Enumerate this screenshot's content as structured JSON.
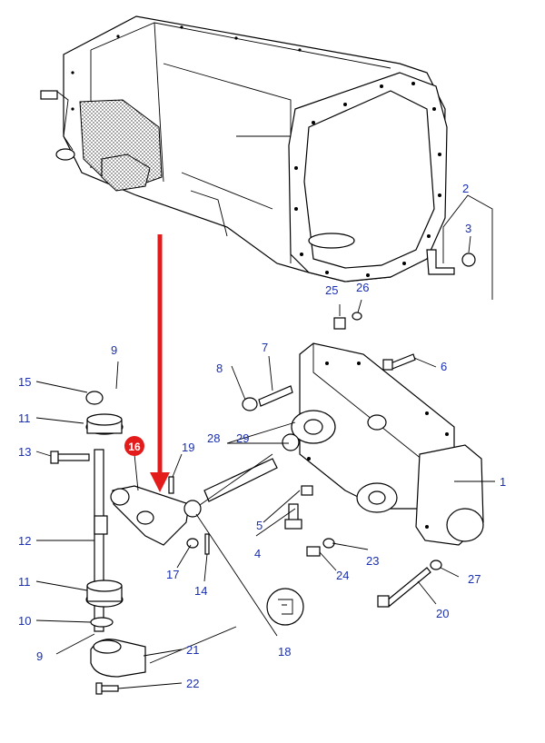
{
  "diagram": {
    "highlight_color": "#e31b1b",
    "label_color": "#1a2fb0",
    "highlighted_part": "16",
    "callouts": [
      "1",
      "2",
      "3",
      "4",
      "5",
      "6",
      "7",
      "8",
      "9",
      "9",
      "10",
      "11",
      "11",
      "12",
      "13",
      "14",
      "15",
      "17",
      "18",
      "19",
      "20",
      "21",
      "22",
      "23",
      "24",
      "25",
      "26",
      "27",
      "28",
      "29"
    ]
  }
}
